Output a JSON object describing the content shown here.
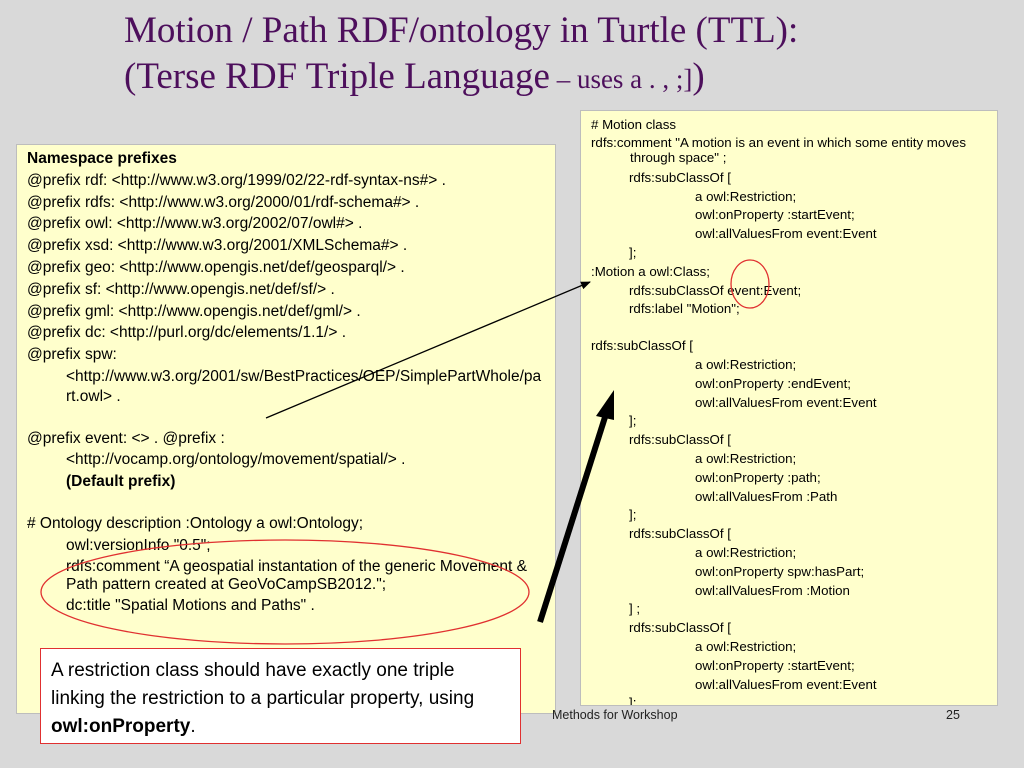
{
  "title": {
    "line1": "Motion / Path RDF/ontology in Turtle (TTL):",
    "line2_main": "(Terse RDF Triple Language",
    "line2_small": " – uses a . , ;]",
    "line2_close": ")"
  },
  "left_panel": {
    "heading": "Namespace prefixes",
    "prefixes": [
      "@prefix rdf:  <http://www.w3.org/1999/02/22-rdf-syntax-ns#> .",
      "@prefix rdfs: <http://www.w3.org/2000/01/rdf-schema#> .",
      "@prefix owl: <http://www.w3.org/2002/07/owl#> .",
      "@prefix xsd:  <http://www.w3.org/2001/XMLSchema#> .",
      "@prefix geo: <http://www.opengis.net/def/geosparql/> .",
      "@prefix sf: <http://www.opengis.net/def/sf/> .",
      "@prefix gml: <http://www.opengis.net/def/gml/> .",
      "@prefix dc: <http://purl.org/dc/elements/1.1/> ."
    ],
    "spw_line1": "@prefix spw:",
    "spw_line2": "<http://www.w3.org/2001/sw/BestPractices/OEP/SimplePartWhole/part.owl> .",
    "event_line1": "@prefix event: <> .   @prefix :",
    "event_line2": "<http://vocamp.org/ontology/movement/spatial/> .",
    "event_line3": "(Default prefix)",
    "ontology_line": "# Ontology description    :Ontology a owl:Ontology;",
    "version_line": "owl:versionInfo \"0.5\";",
    "comment_line": "rdfs:comment “A geospatial instantation of the generic Movement & Path pattern created at GeoVoCampSB2012.\";",
    "dctitle_line": "dc:title \"Spatial Motions and Paths\" ."
  },
  "right_panel": {
    "l01": "# Motion class",
    "l02": "rdfs:comment \"A motion is an event in which some entity moves through space\" ;",
    "l03": "rdfs:subClassOf [",
    "l04": "a owl:Restriction;",
    "l05": "owl:onProperty :startEvent;",
    "l06": "owl:allValuesFrom event:Event",
    "l07": "];",
    "l08": ":Motion a owl:Class;",
    "l09": "rdfs:subClassOf event:Event;",
    "l10": "rdfs:label \"Motion\";",
    "l11": "rdfs:subClassOf [",
    "l12": "a owl:Restriction;",
    "l13": "owl:onProperty :endEvent;",
    "l14": "owl:allValuesFrom event:Event",
    "l15": "];",
    "l16": "rdfs:subClassOf [",
    "l17": "a owl:Restriction;",
    "l18": "owl:onProperty :path;",
    "l19": "owl:allValuesFrom :Path",
    "l20": "];",
    "l21": "rdfs:subClassOf [",
    "l22": "a owl:Restriction;",
    "l23": "owl:onProperty spw:hasPart;",
    "l24": "owl:allValuesFrom :Motion",
    "l25": "] ;",
    "l26": "rdfs:subClassOf [",
    "l27": "a owl:Restriction;",
    "l28": "owl:onProperty :startEvent;",
    "l29": "owl:allValuesFrom event:Event",
    "l30": "];"
  },
  "callout": {
    "text": "A restriction class should have exactly one triple linking the restriction to a particular property, using ",
    "bold": "owl:onProperty",
    "end": "."
  },
  "footer": {
    "center": "Methods for Workshop",
    "page": "25"
  },
  "colors": {
    "title": "#4d0f5c",
    "panel": "#ffffcc",
    "annotation": "#e03030",
    "background": "#d9d9d9"
  }
}
